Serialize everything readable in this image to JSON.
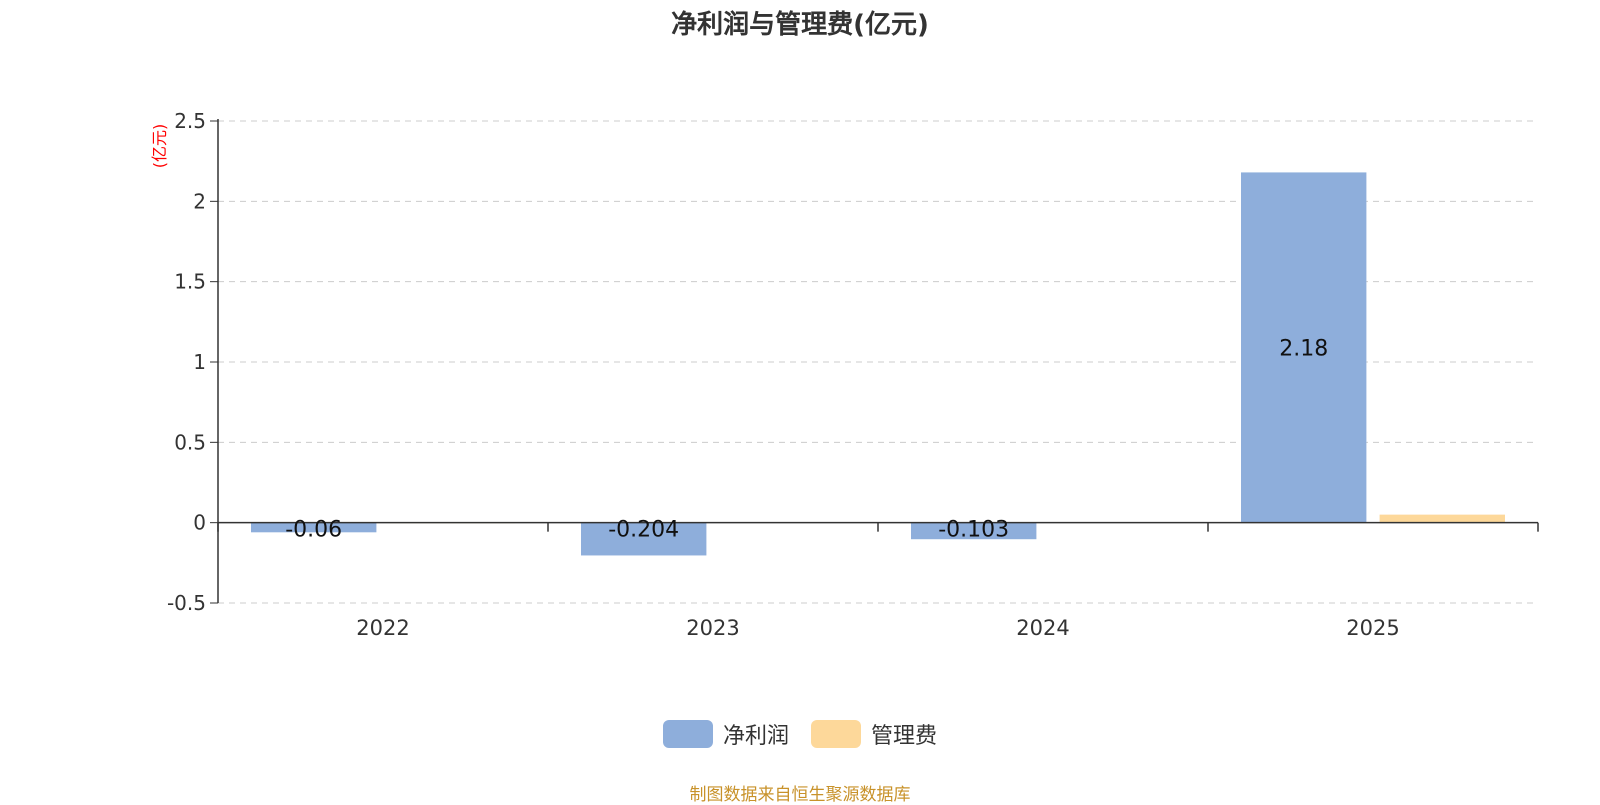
{
  "chart_data": {
    "type": "bar",
    "title": "净利润与管理费(亿元)",
    "ylabel": "(亿元)",
    "xlabel": "",
    "categories": [
      "2022",
      "2023",
      "2024",
      "2025"
    ],
    "series": [
      {
        "name": "净利润",
        "color": "#8eaedb",
        "values": [
          -0.06,
          -0.204,
          -0.103,
          2.18
        ],
        "labels": [
          "-0.06",
          "-0.204",
          "-0.103",
          "2.18"
        ]
      },
      {
        "name": "管理费",
        "color": "#fdd89a",
        "values": [
          0.0,
          0.004,
          0.002,
          0.05
        ]
      }
    ],
    "ylim": [
      -0.5,
      2.5
    ],
    "yticks": [
      -0.5,
      0,
      0.5,
      1,
      1.5,
      2,
      2.5
    ],
    "ytick_labels": [
      "-0.5",
      "0",
      "0.5",
      "1",
      "1.5",
      "2",
      "2.5"
    ],
    "grid": true,
    "legend_position": "bottom-center"
  },
  "source_note": "制图数据来自恒生聚源数据库"
}
